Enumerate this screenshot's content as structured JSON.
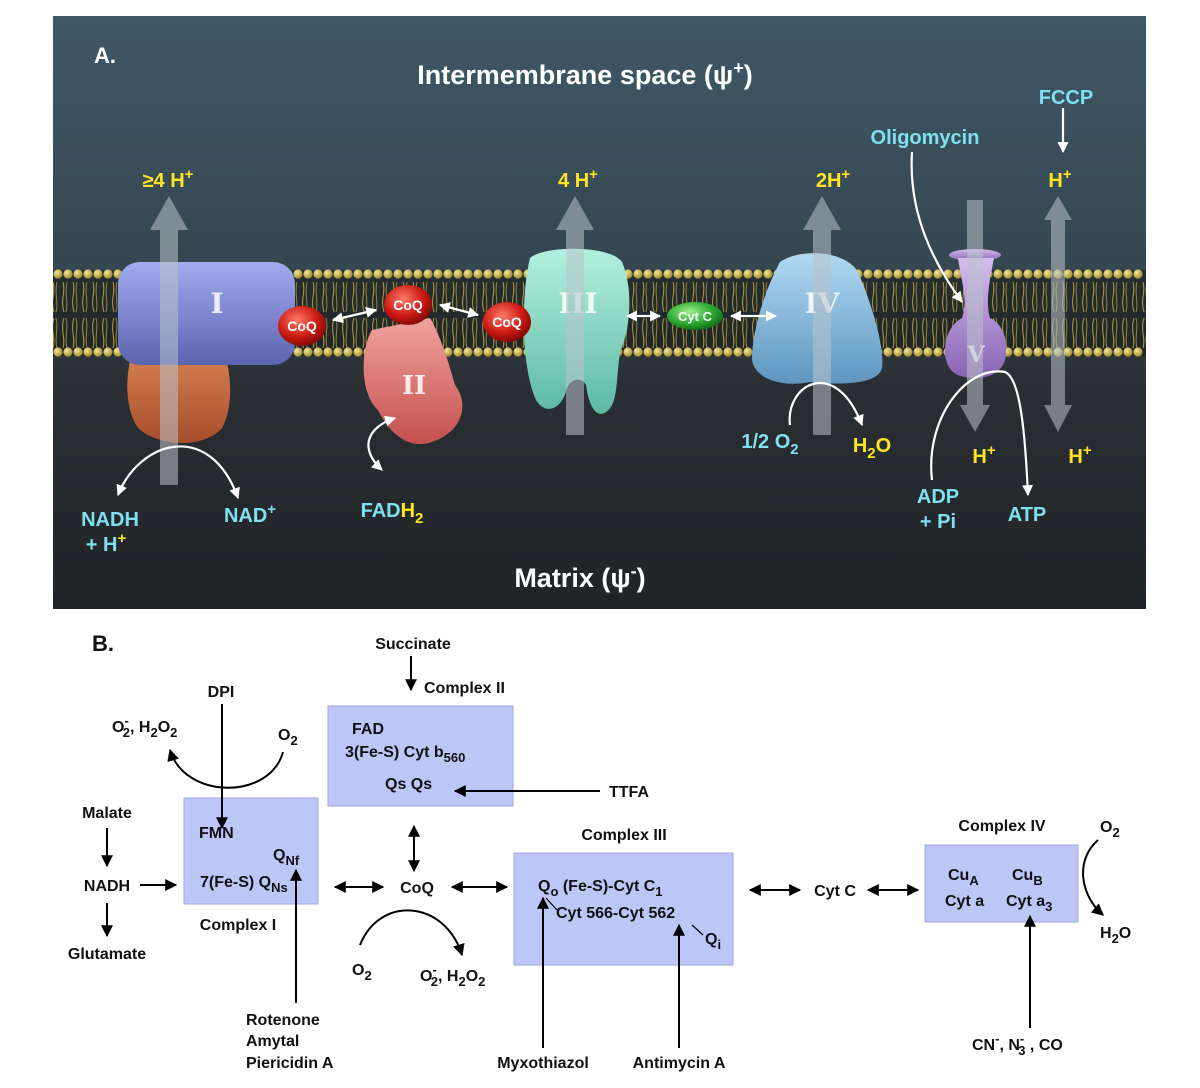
{
  "panel_a": {
    "label": "A.",
    "ims_title_main": "Intermembrane space (ψ",
    "ims_title_sup": "+",
    "ims_title_end": ")",
    "matrix_title_main": "Matrix (ψ",
    "matrix_title_sup": "-",
    "matrix_title_end": ")",
    "complex_i": "I",
    "complex_ii": "II",
    "complex_iii": "III",
    "complex_iv": "IV",
    "complex_v": "V",
    "coq": "CoQ",
    "cytc": "Cyt C",
    "proton_i_main": "≥4 H",
    "proton_iii_main": "4 H",
    "proton_iv_main": "2H",
    "proton_v_top_main": "H",
    "proton_v_bottom_main": "H",
    "proton_fccp_bottom_main": "H",
    "plus": "+",
    "nadh_line1": "NADH",
    "nadh_line2_main": "+ H",
    "nad_main": "NAD",
    "fadh2_main": "FAD",
    "fadh2_h": "H",
    "fadh2_sub": "2",
    "o2_main": "1/2 O",
    "o2_sub": "2",
    "h2o_h": "H",
    "h2o_sub": "2",
    "h2o_o": "O",
    "adp_line1": "ADP",
    "adp_line2": "+ Pi",
    "atp": "ATP",
    "oligomycin": "Oligomycin",
    "fccp": "FCCP"
  },
  "panel_b": {
    "label": "B.",
    "succinate": "Succinate",
    "complex_ii_title": "Complex II",
    "fad": "FAD",
    "fes_cyt_b_main": "3(Fe-S) Cyt b",
    "fes_cyt_b_sub": "560",
    "qs_qs": "Qs Qs",
    "ttfa": "TTFA",
    "dpi": "DPI",
    "ros_left_o": "O",
    "ros_left_sup": "-",
    "ros_left_sub": "2",
    "ros_left_sep": ", H",
    "ros_left_sub2": "2",
    "ros_left_o2": "O",
    "ros_left_sub3": "2",
    "o2_c1_main": "O",
    "o2_c1_sub": "2",
    "malate": "Malate",
    "nadh": "NADH",
    "glutamate": "Glutamate",
    "fmn": "FMN",
    "qnf_main": "Q",
    "qnf_sub": "Nf",
    "fes7_main": "7(Fe-S) Q",
    "fes7_sub": "Ns",
    "complex_i_title": "Complex I",
    "coq": "CoQ",
    "o2_coq_main": "O",
    "o2_coq_sub": "2",
    "ros_coq_o": "O",
    "ros_coq_sup": "-",
    "ros_coq_sub": "2",
    "ros_coq_sep": ", H",
    "ros_coq_sub2": "2",
    "ros_coq_o2": "O",
    "ros_coq_sub3": "2",
    "rotenone": "Rotenone",
    "amytal": "Amytal",
    "piericidin": "Piericidin A",
    "complex_iii_title": "Complex III",
    "qo_q": "Q",
    "qo_sub": "o",
    "qo_rest_main": " (Fe-S)-Cyt C",
    "qo_rest_sub": "1",
    "cyt566": "Cyt 566-Cyt 562",
    "qi_main": "Q",
    "qi_sub": "i",
    "myxothiazol": "Myxothiazol",
    "antimycin": "Antimycin A",
    "cytc": "Cyt C",
    "complex_iv_title": "Complex IV",
    "cua_main": "Cu",
    "cua_sub": "A",
    "cub_main": "Cu",
    "cub_sub": "B",
    "cyta": "Cyt a",
    "cyta3_main": "Cyt a",
    "cyta3_sub": "3",
    "o2_c4_main": "O",
    "o2_c4_sub": "2",
    "h2o_c4_main": "H",
    "h2o_c4_sub": "2",
    "h2o_c4_o": "O",
    "inhib_cn_main": "CN",
    "inhib_cn_sup": "-",
    "inhib_n_main": ", N",
    "inhib_n_sup": "-",
    "inhib_n_sub": "3",
    "inhib_co": " , CO"
  },
  "colors": {
    "panel_bg_top": "#3e5563",
    "panel_bg_bottom": "#1f2326",
    "label_cyan": "#7fe0f0",
    "label_yellow": "#ffe620",
    "complex_i": "#7b86cf",
    "complex_i_arm": "#c9683f",
    "complex_ii": "#d96b68",
    "complex_iii": "#7fd4c0",
    "complex_iv": "#7fb6dc",
    "complex_v": "#a985c9",
    "coq": "#c21414",
    "cytc": "#29b53a",
    "lipid_head": "#c9b64a",
    "box_fill": "#bcc6f7"
  }
}
